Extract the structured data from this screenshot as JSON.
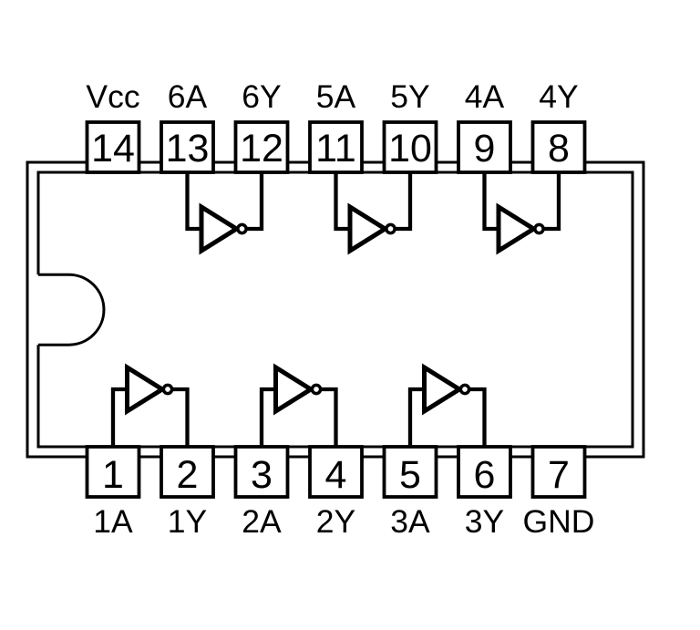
{
  "figure": {
    "kind": "ic-pinout-diagram",
    "colors": {
      "line": "#000000",
      "background": "#ffffff"
    },
    "top_pins": [
      {
        "number": "14",
        "label": "Vcc"
      },
      {
        "number": "13",
        "label": "6A"
      },
      {
        "number": "12",
        "label": "6Y"
      },
      {
        "number": "11",
        "label": "5A"
      },
      {
        "number": "10",
        "label": "5Y"
      },
      {
        "number": "9",
        "label": "4A"
      },
      {
        "number": "8",
        "label": "4Y"
      }
    ],
    "bottom_pins": [
      {
        "number": "1",
        "label": "1A"
      },
      {
        "number": "2",
        "label": "1Y"
      },
      {
        "number": "3",
        "label": "2A"
      },
      {
        "number": "4",
        "label": "2Y"
      },
      {
        "number": "5",
        "label": "3A"
      },
      {
        "number": "6",
        "label": "3Y"
      },
      {
        "number": "7",
        "label": "GND"
      }
    ],
    "gates": [
      {
        "type": "inverter",
        "row": "top",
        "input_pin": "13",
        "output_pin": "12"
      },
      {
        "type": "inverter",
        "row": "top",
        "input_pin": "11",
        "output_pin": "10"
      },
      {
        "type": "inverter",
        "row": "top",
        "input_pin": "9",
        "output_pin": "8"
      },
      {
        "type": "inverter",
        "row": "bottom",
        "input_pin": "1",
        "output_pin": "2"
      },
      {
        "type": "inverter",
        "row": "bottom",
        "input_pin": "3",
        "output_pin": "4"
      },
      {
        "type": "inverter",
        "row": "bottom",
        "input_pin": "5",
        "output_pin": "6"
      }
    ]
  }
}
